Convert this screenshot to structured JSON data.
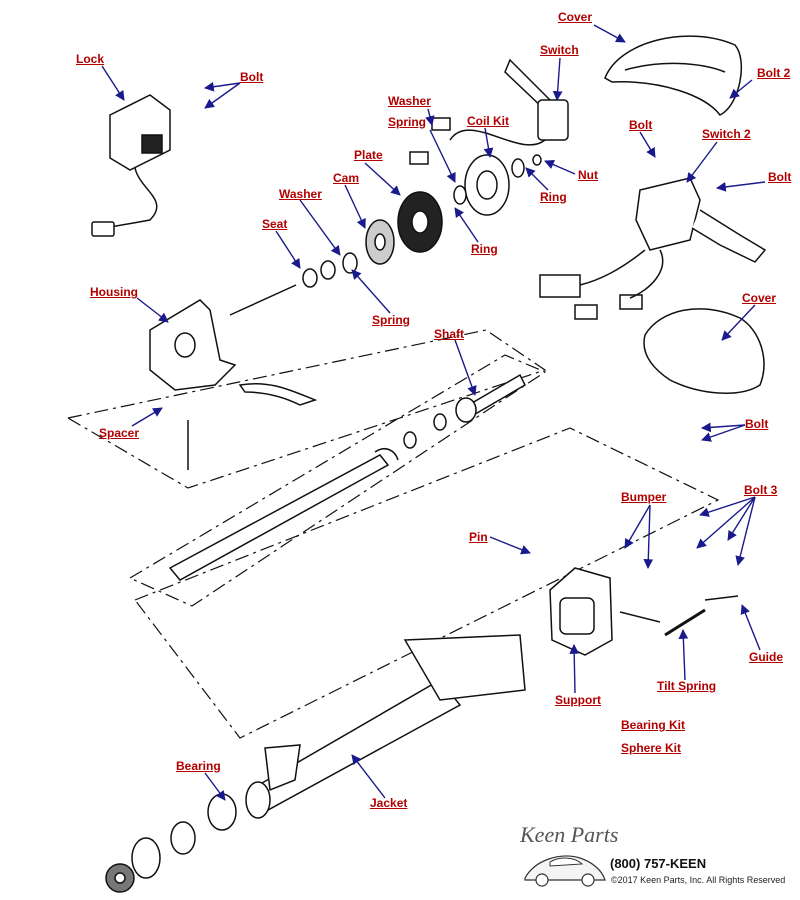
{
  "labels": {
    "cover_top": "Cover",
    "switch": "Switch",
    "lock": "Lock",
    "bolt_lock": "Bolt",
    "bolt2": "Bolt 2",
    "washer_top": "Washer",
    "spring_top": "Spring",
    "coil_kit": "Coil Kit",
    "bolt_mid": "Bolt",
    "switch2": "Switch 2",
    "plate": "Plate",
    "nut": "Nut",
    "bolt_right": "Bolt",
    "cam": "Cam",
    "ring_top": "Ring",
    "washer_mid": "Washer",
    "ring_mid": "Ring",
    "seat": "Seat",
    "housing": "Housing",
    "cover_lower": "Cover",
    "spring_mid": "Spring",
    "shaft": "Shaft",
    "spacer": "Spacer",
    "bolt_lower": "Bolt",
    "bolt3": "Bolt 3",
    "bumper": "Bumper",
    "pin": "Pin",
    "guide": "Guide",
    "tilt_spring": "Tilt Spring",
    "support": "Support",
    "bearing_kit": "Bearing Kit",
    "sphere_kit": "Sphere Kit",
    "bearing": "Bearing",
    "jacket": "Jacket"
  },
  "footer": {
    "brand": "Keen Parts",
    "phone": "(800) 757-KEEN",
    "copyright": "©2017 Keen Parts, Inc. All Rights Reserved"
  },
  "colors": {
    "label": "#b30000",
    "arrow": "#1a1a8c",
    "line": "#111111"
  }
}
